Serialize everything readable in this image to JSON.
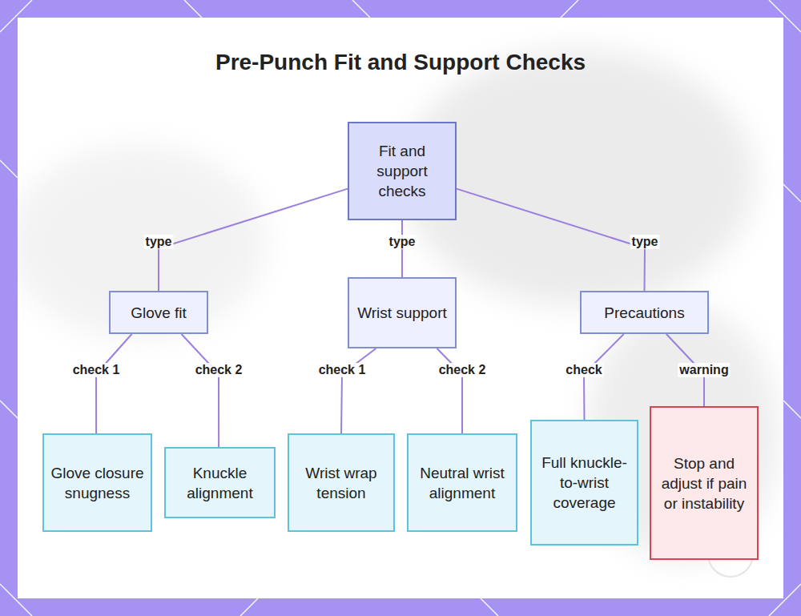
{
  "diagram": {
    "title": "Pre-Punch Fit and Support Checks",
    "nodes": [
      {
        "text": [
          "Fit and support checks"
        ]
      },
      {
        "text": [
          "Glove fit"
        ]
      },
      {
        "text": [
          "Wrist support"
        ]
      },
      {
        "text": [
          "Precautions"
        ]
      },
      {
        "text": [
          "Glove closure snugness"
        ]
      },
      {
        "text": [
          "Knuckle alignment"
        ]
      },
      {
        "text": [
          "Wrist wrap tension"
        ]
      },
      {
        "text": [
          "Neutral wrist alignment"
        ]
      },
      {
        "text": [
          "Full knuckle-to-wrist coverage"
        ]
      },
      {
        "text": [
          "Stop and adjust if pain or instability"
        ]
      }
    ],
    "edges": [
      {
        "from": 0,
        "to": 1,
        "label": "type",
        "arrow": "none"
      },
      {
        "from": 0,
        "to": 2,
        "label": "type",
        "arrow": "none"
      },
      {
        "from": 0,
        "to": 3,
        "label": "type",
        "arrow": "none"
      },
      {
        "from": 1,
        "to": 4,
        "label": "check 1",
        "arrow": "none"
      },
      {
        "from": 1,
        "to": 5,
        "label": "check 2",
        "arrow": "none"
      },
      {
        "from": 2,
        "to": 6,
        "label": "check 1",
        "arrow": "none"
      },
      {
        "from": 2,
        "to": 7,
        "label": "check 2",
        "arrow": "none"
      },
      {
        "from": 3,
        "to": 8,
        "label": "check",
        "arrow": "none"
      },
      {
        "from": 3,
        "to": 9,
        "label": "warning",
        "arrow": "none"
      }
    ]
  }
}
